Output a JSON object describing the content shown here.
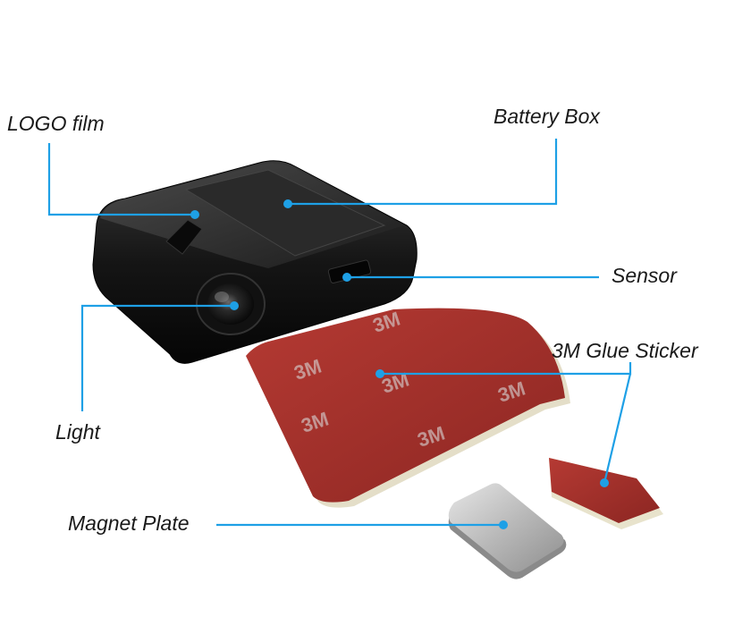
{
  "labels": {
    "logo_film": "LOGO film",
    "battery_box": "Battery Box",
    "sensor": "Sensor",
    "light": "Light",
    "glue_sticker": "3M Glue Sticker",
    "magnet_plate": "Magnet Plate"
  },
  "sticker_print": "3M",
  "colors": {
    "leader": "#1ea0e6",
    "projector_body": "#141414",
    "sticker": "#a5312c",
    "magnet": "#c9c9c9"
  }
}
